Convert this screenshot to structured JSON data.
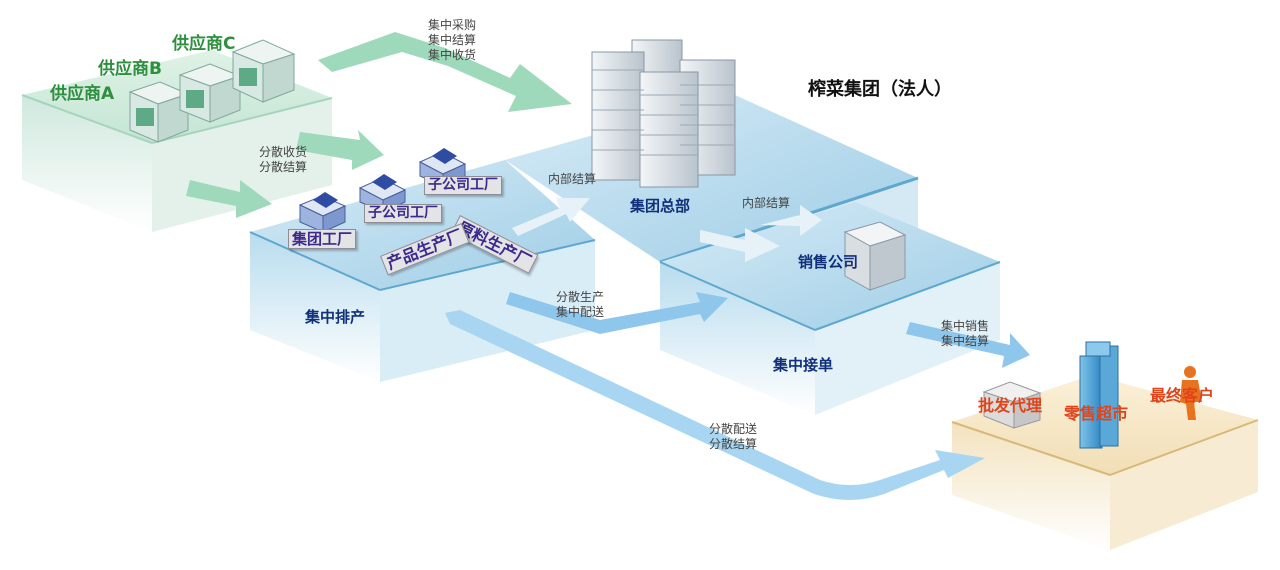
{
  "title": "榨菜集团（法人）",
  "suppliers": [
    "供应商A",
    "供应商B",
    "供应商C"
  ],
  "hq": "集团总部",
  "sales_company": "销售公司",
  "production": {
    "zone": "集中排产",
    "factories": [
      "集团工厂",
      "子公司工厂",
      "子公司工厂"
    ],
    "raw_factory": "原料生产厂",
    "product_factory": "产品生产厂"
  },
  "order_zone": "集中接单",
  "customers": {
    "wholesale": "批发代理",
    "retail": "零售超市",
    "end": "最终客户"
  },
  "flows": {
    "procure": [
      "集中采购",
      "集中结算",
      "集中收货"
    ],
    "scatter_receive": [
      "分散收货",
      "分散结算"
    ],
    "internal_1": "内部结算",
    "internal_2": "内部结算",
    "scatter_produce": [
      "分散生产",
      "集中配送"
    ],
    "central_sales": [
      "集中销售",
      "集中结算"
    ],
    "scatter_deliver": [
      "分散配送",
      "分散结算"
    ]
  },
  "colors": {
    "supplier_text": "#2e8f3e",
    "navy_text": "#10307a",
    "customer_text": "#e0441a",
    "arrow_green": "#9fd9bc",
    "arrow_blue": "#9fcdee"
  }
}
